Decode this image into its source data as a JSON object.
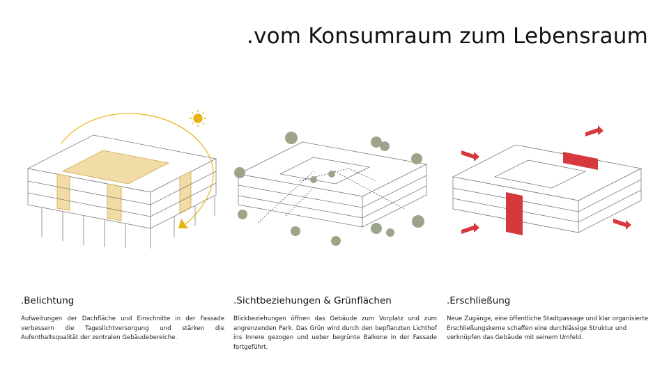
{
  "title": ".vom Konsumraum zum Lebensraum",
  "colors": {
    "sun": "#e8b214",
    "daylight_fill": "#f2dca6",
    "circulation_red": "#d6383d",
    "tree_green": "#9ca48a",
    "line": "#6a6a6a"
  },
  "panels": [
    {
      "heading": ".Belichtung",
      "text": "Aufweitungen der Dachfläche und Einschnitte in der Fassade verbessern die Tageslichtversorgung und stärken die Aufenthaltsqualität der zentralen Gebäudebereiche.",
      "icon": "sun-icon"
    },
    {
      "heading": ".Sichtbeziehungen & Grünflächen",
      "text": "Blickbeziehungen öffnen das Gebäude zum Vorplatz und zum angrenzenden Park. Das Grün wird durch den bepflanzten Lichthof ins Innere gezogen und ueber begrünte Balkone in der Fassade fortgeführt.",
      "icon": "tree-icon"
    },
    {
      "heading": ".Erschließung",
      "text": "Neue Zugänge, eine öffentliche Stadtpassage und klar organisierte Erschließungskerne schaffen eine durchlässige Struktur und verknüpfen das Gebäude mit seinem Umfeld.",
      "icon": "arrow-icon"
    }
  ]
}
